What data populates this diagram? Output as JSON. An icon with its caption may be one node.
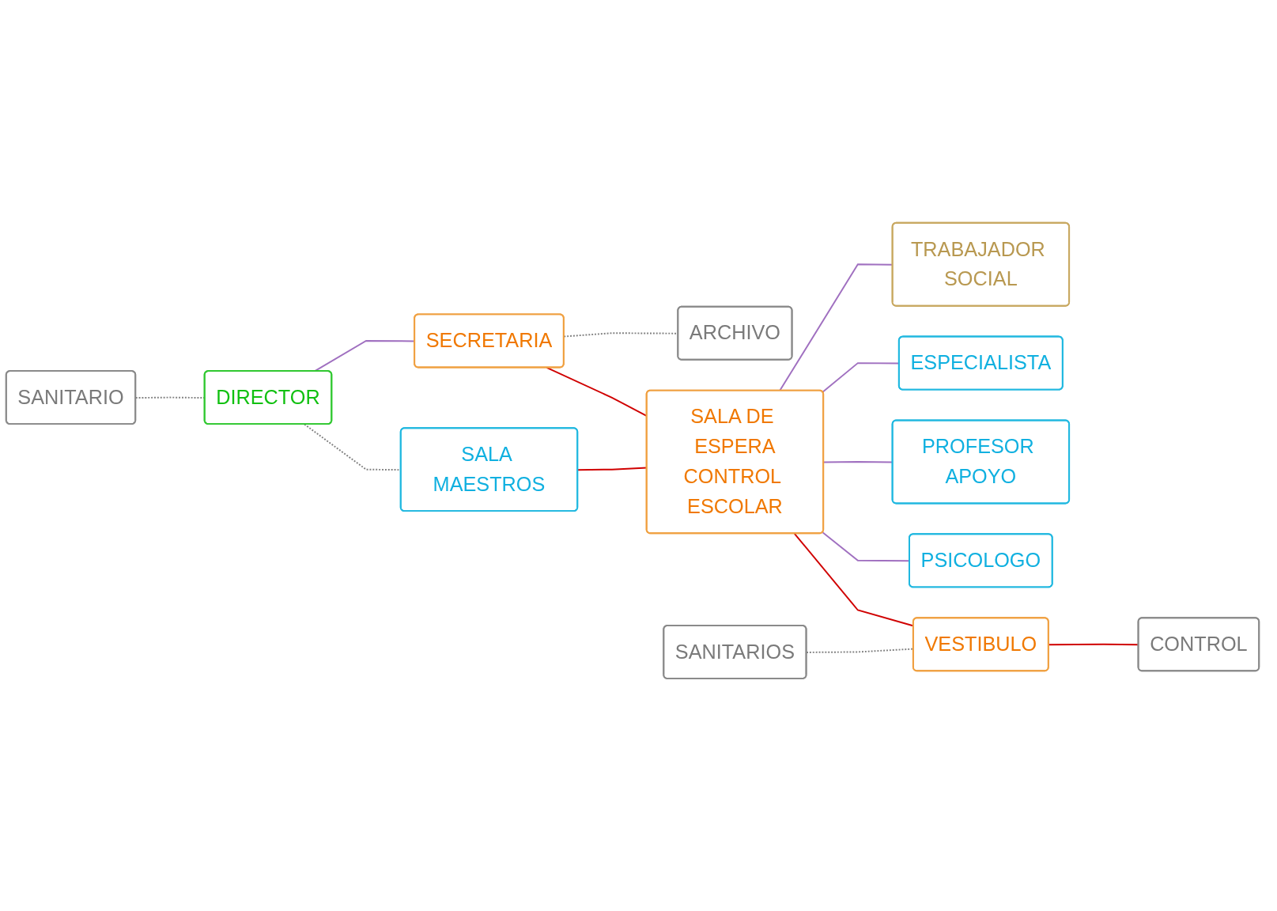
{
  "diagram": {
    "nodes": [
      {
        "text": [
          "SANITARIO"
        ]
      },
      {
        "text": [
          "DIRECTOR"
        ]
      },
      {
        "text": [
          "SECRETARIA"
        ]
      },
      {
        "text": [
          "ARCHIVO"
        ]
      },
      {
        "text": [
          "TRABAJADOR SOCIAL"
        ]
      },
      {
        "text": [
          "SALA MAESTROS"
        ]
      },
      {
        "text": [
          "SALA DE ESPERA",
          "CONTROL ESCOLAR"
        ]
      },
      {
        "text": [
          "ESPECIALISTA"
        ]
      },
      {
        "text": [
          "PROFESOR APOYO"
        ]
      },
      {
        "text": [
          "PSICOLOGO"
        ]
      },
      {
        "text": [
          "SANITARIOS"
        ]
      },
      {
        "text": [
          "VESTIBULO"
        ]
      },
      {
        "text": [
          "CONTROL"
        ]
      }
    ],
    "edges": [
      {
        "from": 0,
        "to": 1,
        "arrow": "none",
        "style": "dashed",
        "color": "#808080"
      },
      {
        "from": 1,
        "to": 2,
        "arrow": "none"
      },
      {
        "from": 2,
        "to": 3,
        "arrow": "none",
        "style": "dashed",
        "color": "#808080"
      },
      {
        "from": 1,
        "to": 5,
        "arrow": "none",
        "style": "dashed",
        "color": "#808080"
      },
      {
        "from": 2,
        "to": 6,
        "arrow": "none",
        "color": "#d00000"
      },
      {
        "from": 5,
        "to": 6,
        "arrow": "none",
        "color": "#d00000"
      },
      {
        "from": 6,
        "to": 4,
        "arrow": "none"
      },
      {
        "from": 6,
        "to": 7,
        "arrow": "none"
      },
      {
        "from": 6,
        "to": 8,
        "arrow": "none"
      },
      {
        "from": 6,
        "to": 9,
        "arrow": "none"
      },
      {
        "from": 6,
        "to": 11,
        "arrow": "none",
        "color": "#d00000"
      },
      {
        "from": 10,
        "to": 11,
        "arrow": "none",
        "style": "dashed",
        "color": "#808080"
      },
      {
        "from": 11,
        "to": 12,
        "arrow": "none",
        "color": "#d00000"
      }
    ]
  }
}
